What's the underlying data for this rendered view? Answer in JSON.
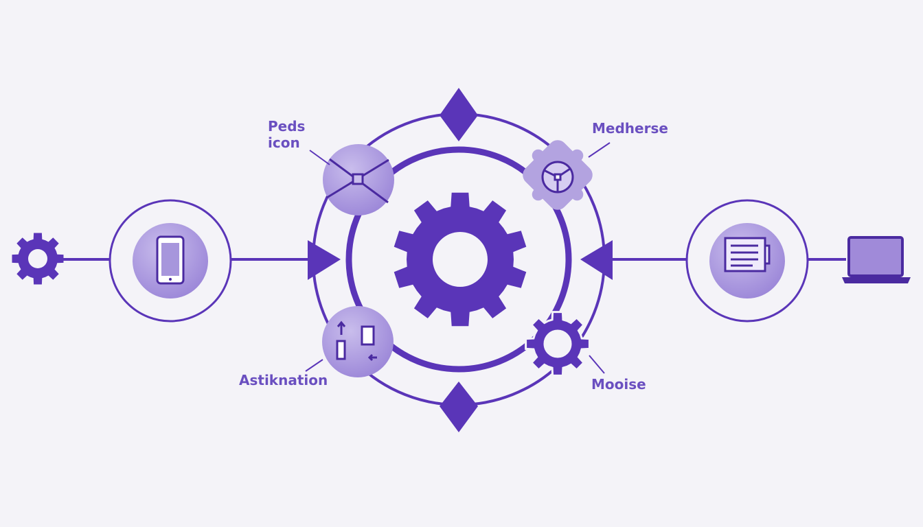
{
  "labels": {
    "peds_line1": "Peds",
    "peds_line2": "icon",
    "medherse": "Medherse",
    "astiknation": "Astiknation",
    "mooise": "Mooise"
  },
  "colors": {
    "primary": "#5a35b8",
    "light": "#b3a3e0",
    "background": "#f4f3f8"
  },
  "icons": [
    "gear-icon",
    "smartphone-icon",
    "document-icon",
    "laptop-icon",
    "cross-icon",
    "cube-icon",
    "transfer-icon"
  ]
}
